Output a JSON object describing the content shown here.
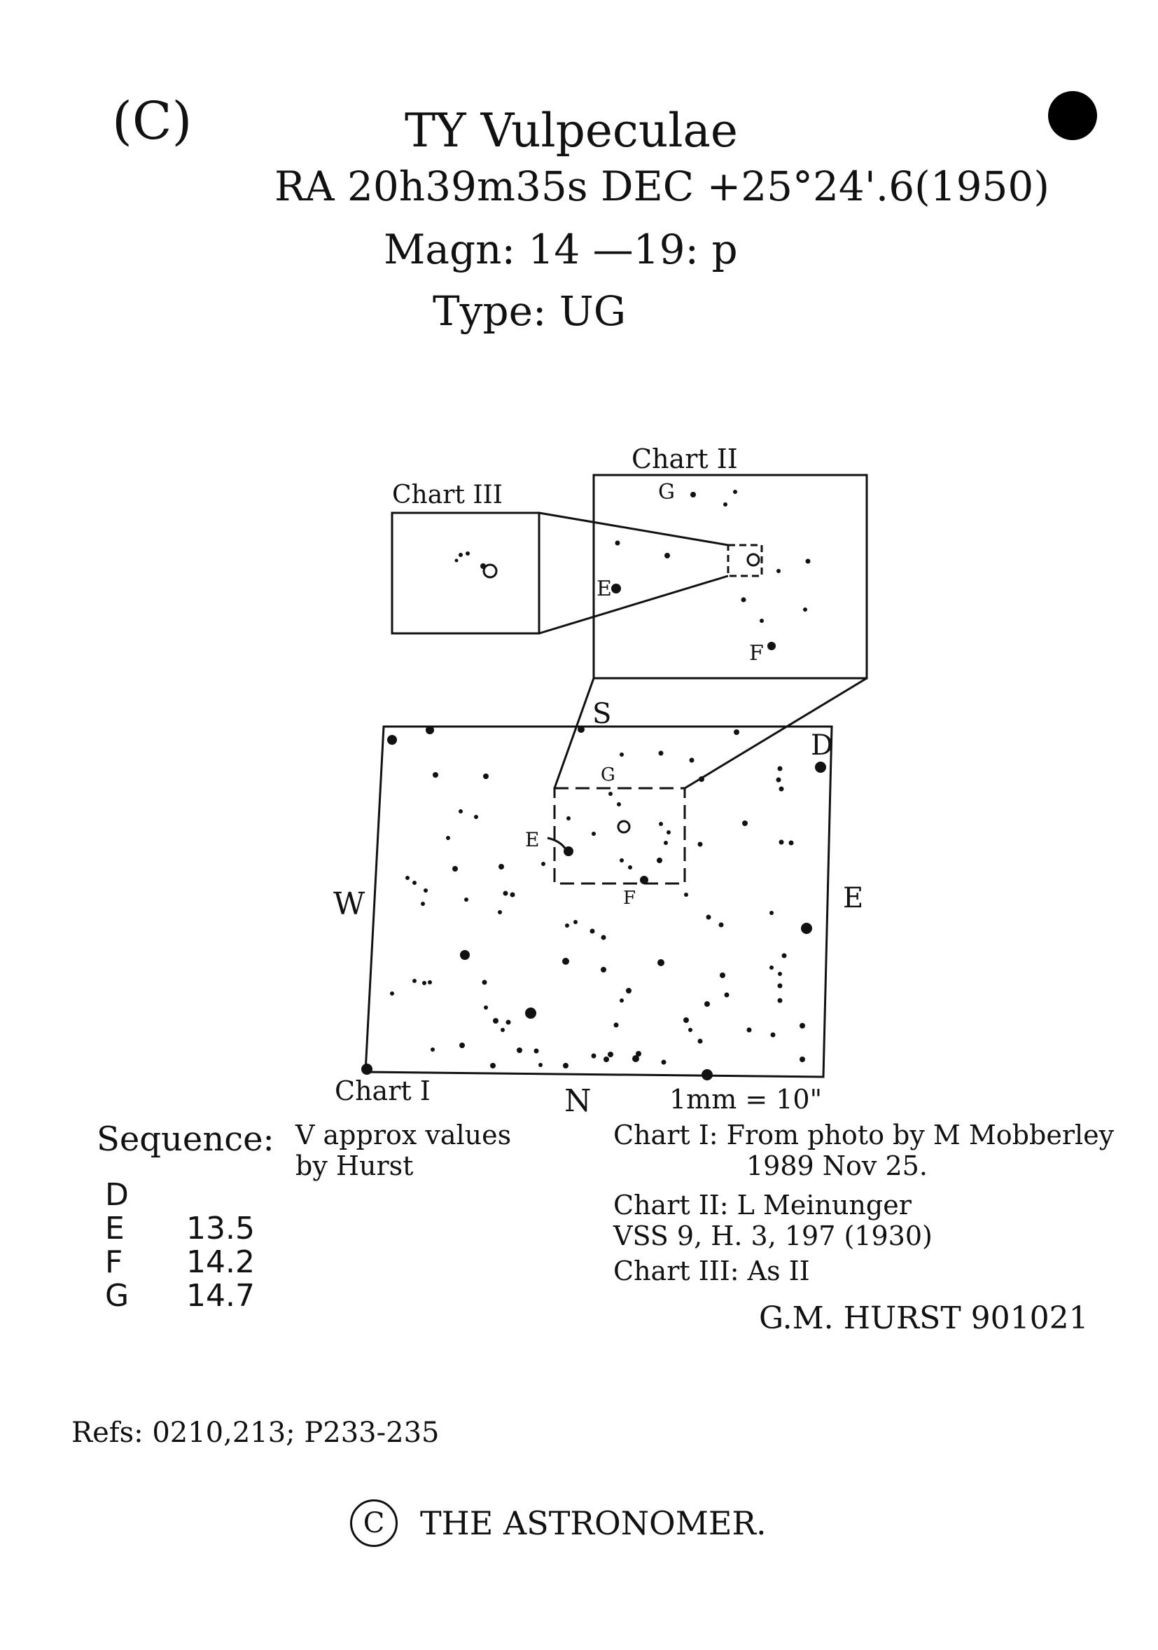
{
  "header": {
    "corner_mark": "(C)",
    "title": "TY Vulpeculae",
    "coordinates": "RA 20h39m35s DEC +25°24'.6(1950)",
    "magnitude": "Magn: 14 —19: p",
    "type": "Type: UG"
  },
  "charts": {
    "chart_i_label": "Chart I",
    "chart_ii_label": "Chart II",
    "chart_iii_label": "Chart III",
    "direction_south": "S",
    "direction_north": "N",
    "direction_west": "W",
    "direction_east": "E",
    "scale": "1mm = 10\"",
    "star_labels": {
      "d": "D",
      "e": "E",
      "f": "F",
      "g": "G"
    }
  },
  "sequence": {
    "heading": "Sequence:",
    "note": "V approx values by Hurst",
    "rows": [
      {
        "label": "D",
        "value": ""
      },
      {
        "label": "E",
        "value": "13.5"
      },
      {
        "label": "F",
        "value": "14.2"
      },
      {
        "label": "G",
        "value": "14.7"
      }
    ]
  },
  "credits": {
    "chart_i": "Chart I: From photo by M Mobberley",
    "chart_i_date": "1989 Nov 25.",
    "chart_ii": "Chart II: L Meinunger",
    "chart_ii_ref": "VSS 9, H. 3, 197 (1930)",
    "chart_iii": "Chart III: As II"
  },
  "signature": "G.M. HURST 901021",
  "refs": "Refs: 0210,213; P233-235",
  "footer": {
    "copyright_symbol": "C",
    "copyright_text": "THE ASTRONOMER."
  }
}
